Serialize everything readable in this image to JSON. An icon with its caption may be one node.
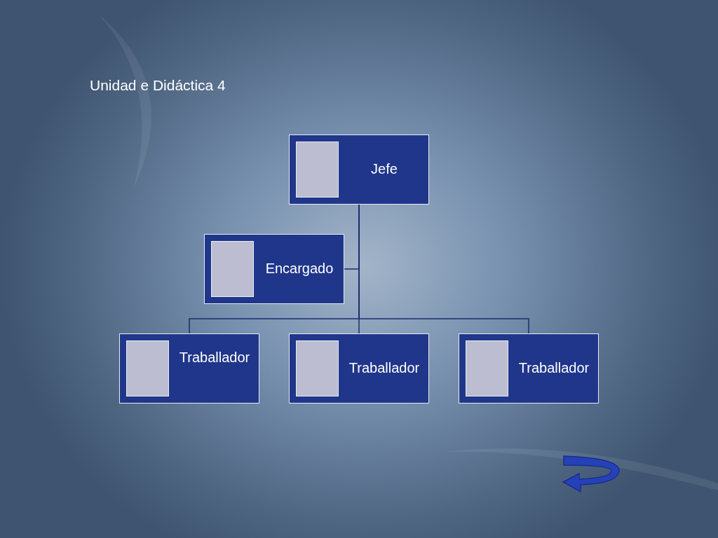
{
  "diagram": {
    "title": "Unidad e Didáctica 4",
    "nodes": [
      {
        "text": [
          "Jefe"
        ]
      },
      {
        "text": [
          "Encargado"
        ]
      },
      {
        "text": [
          "Traballador"
        ]
      },
      {
        "text": [
          "Traballador"
        ]
      },
      {
        "text": [
          "Traballador"
        ]
      }
    ],
    "edges": [
      {
        "from": 0,
        "to": 1,
        "arrow": "none"
      },
      {
        "from": 0,
        "to": 2,
        "arrow": "none"
      },
      {
        "from": 0,
        "to": 3,
        "arrow": "none"
      },
      {
        "from": 0,
        "to": 4,
        "arrow": "none"
      }
    ]
  }
}
